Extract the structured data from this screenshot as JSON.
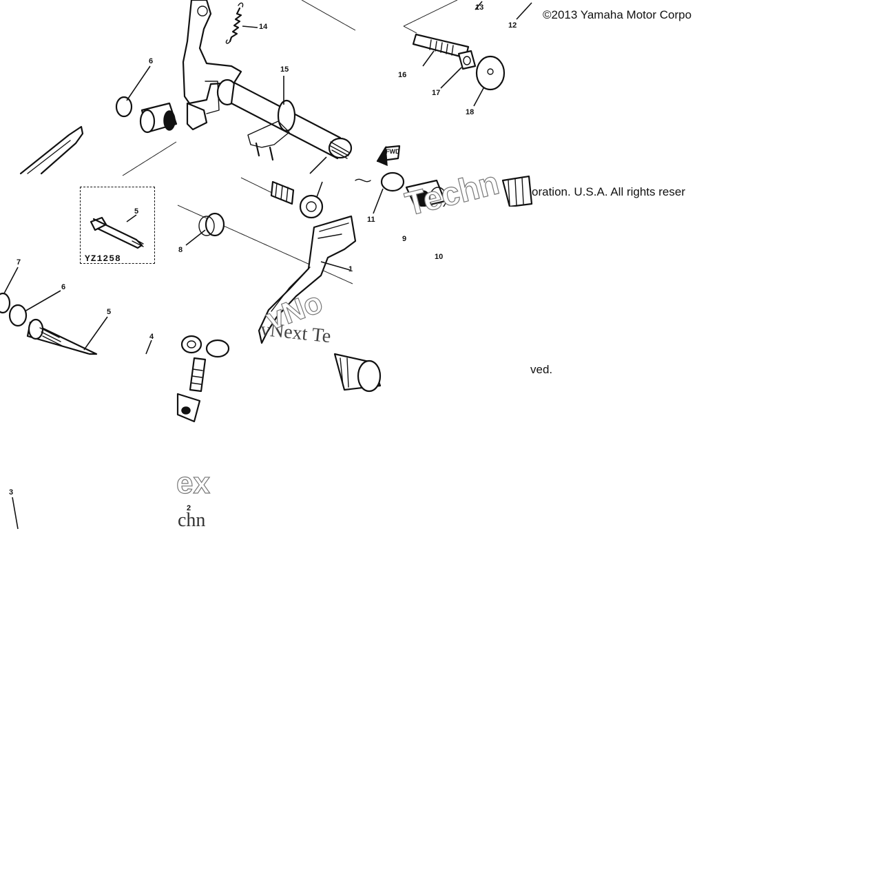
{
  "copyright": {
    "line1": "©2013 Yamaha Motor Corpo",
    "line2": "oration. U.S.A. All rights reser",
    "line3": "ved."
  },
  "inset": {
    "label": "YZ1258",
    "callout": "5"
  },
  "callouts": {
    "c1": "1",
    "c2": "2",
    "c3": "3",
    "c4": "4",
    "c5a": "5",
    "c6a": "6",
    "c6b": "6",
    "c7": "7",
    "c8": "8",
    "c9": "9",
    "c10": "10",
    "c11": "11",
    "c12": "12",
    "c13": "13",
    "c14": "14",
    "c15": "15",
    "c16": "16",
    "c17": "17",
    "c18": "18"
  },
  "fwd_mark": "FWD",
  "watermark": {
    "text1": "vNext Te",
    "text2": "Techn",
    "text3": "ex",
    "text4": "chn",
    "text5": "vNo"
  }
}
